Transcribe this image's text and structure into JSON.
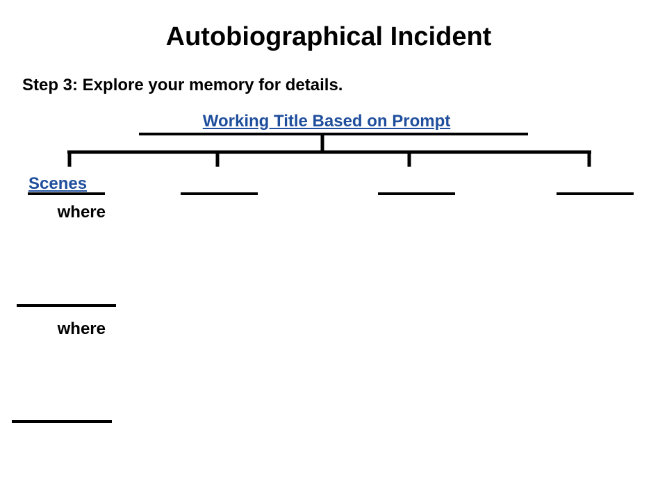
{
  "title": "Autobiographical Incident",
  "step": "Step 3:  Explore your memory for details.",
  "working_title": "Working Title Based on Prompt",
  "scenes_label": "Scenes",
  "where_labels": [
    "where",
    "where"
  ],
  "colors": {
    "accent_blue": "#1f4e9c",
    "text": "#000000",
    "background": "#ffffff"
  }
}
